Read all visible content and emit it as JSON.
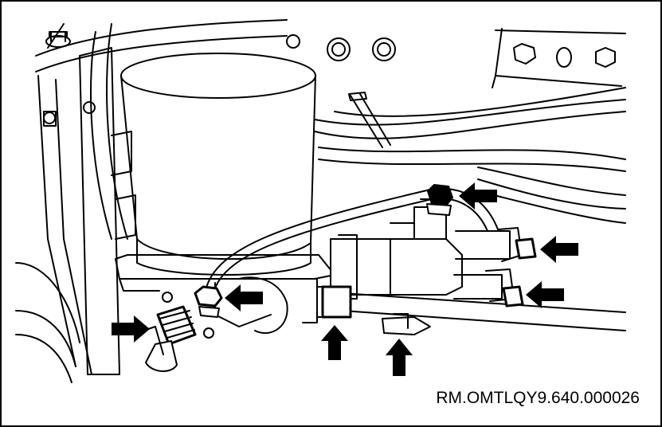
{
  "reference_code": "RM.OMTLQY9.640.000026",
  "colors": {
    "line": "#000000",
    "background": "#ffffff",
    "arrow": "#000000"
  },
  "arrows": [
    {
      "name": "arrow-to-hose-fitting",
      "direction": "right"
    },
    {
      "name": "arrow-to-tube-nut-left",
      "direction": "left"
    },
    {
      "name": "arrow-to-tube-nut-top",
      "direction": "left"
    },
    {
      "name": "arrow-to-fitting-right-upper",
      "direction": "left"
    },
    {
      "name": "arrow-to-fitting-right-lower",
      "direction": "left"
    },
    {
      "name": "arrow-to-big-nut",
      "direction": "up"
    },
    {
      "name": "arrow-to-lower-fitting",
      "direction": "up"
    }
  ]
}
